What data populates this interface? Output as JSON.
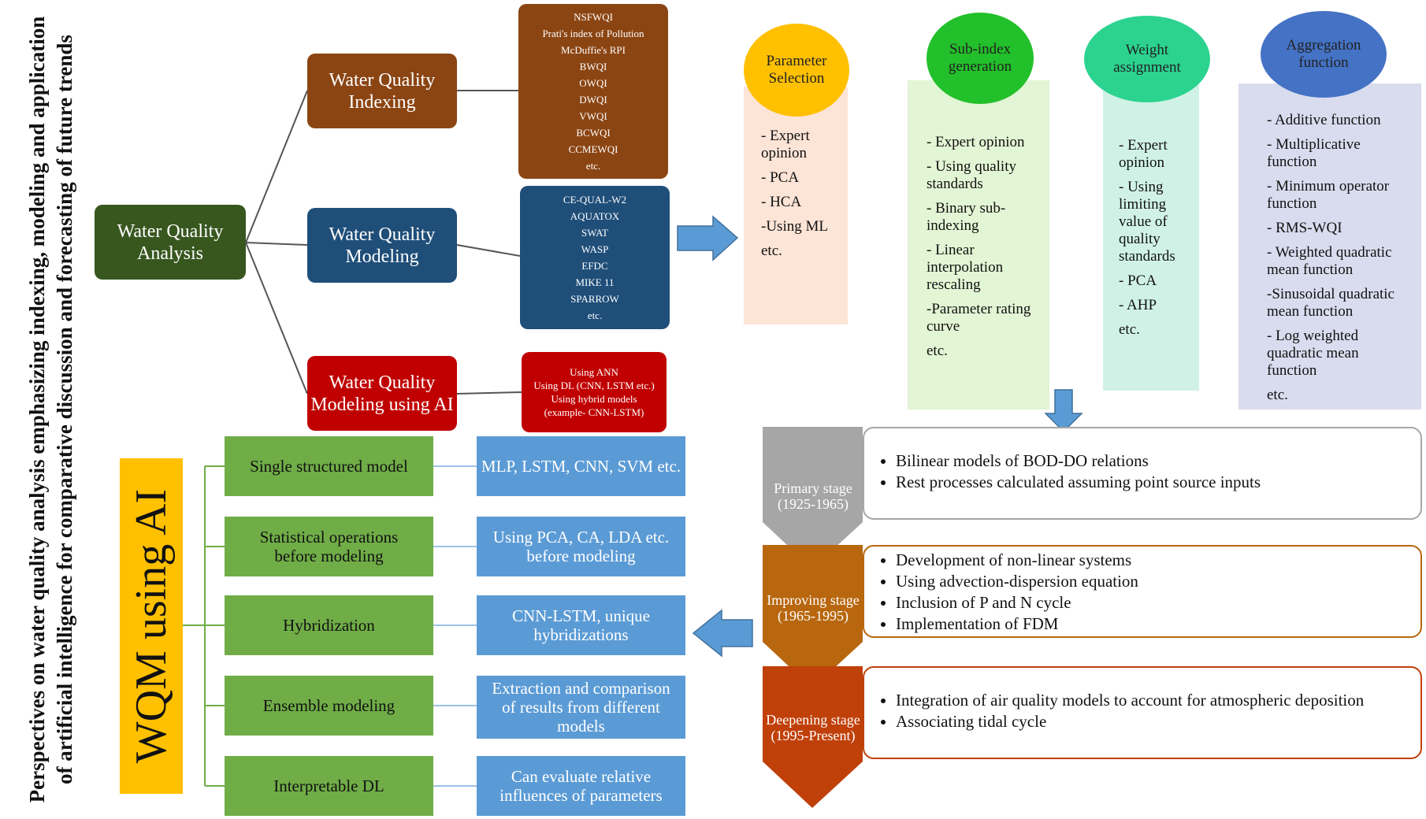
{
  "title": "Perspectives on water quality analysis emphasizing indexing, modeling and application of artificial intelligence for comparative discussion and forecasting of future trends",
  "root": "Water Quality Analysis",
  "branches": [
    {
      "label": "Water Quality Indexing",
      "items": [
        "NSFWQI",
        "Prati's index of Pollution",
        "McDuffie's RPI",
        "BWQI",
        "OWQI",
        "DWQI",
        "VWQI",
        "BCWQI",
        "CCMEWQI",
        "etc."
      ]
    },
    {
      "label": "Water Quality Modeling",
      "items": [
        "CE-QUAL-W2",
        "AQUATOX",
        "SWAT",
        "WASP",
        "EFDC",
        "MIKE 11",
        "SPARROW",
        "etc."
      ]
    },
    {
      "label": "Water Quality Modeling using AI",
      "items": [
        "Using ANN",
        "Using DL (CNN, LSTM etc.)",
        "Using hybrid models",
        "(example- CNN-LSTM)"
      ]
    }
  ],
  "steps": [
    {
      "title": "Parameter Selection",
      "color": "#ffc000",
      "bg": "#fce4d6",
      "items": [
        "- Expert opinion",
        "- PCA",
        "- HCA",
        "-Using ML",
        "etc."
      ]
    },
    {
      "title": "Sub-index generation",
      "color": "#22c02a",
      "bg": "#e2f5d4",
      "items": [
        "- Expert opinion",
        "- Using quality standards",
        "- Binary sub-indexing",
        "- Linear interpolation rescaling",
        "-Parameter rating curve",
        "etc."
      ]
    },
    {
      "title": "Weight assignment",
      "color": "#2bd38f",
      "bg": "#d0f2e6",
      "items": [
        "- Expert opinion",
        "- Using limiting value of quality standards",
        "- PCA",
        "- AHP",
        "etc."
      ]
    },
    {
      "title": "Aggregation function",
      "color": "#4472c4",
      "bg": "#d9dcee",
      "items": [
        "- Additive function",
        "- Multiplicative function",
        "- Minimum operator function",
        "- RMS-WQI",
        "- Weighted quadratic mean function",
        "-Sinusoidal quadratic mean function",
        "- Log weighted quadratic mean function",
        "etc."
      ]
    }
  ],
  "wqm_ai": {
    "label": "WQM using AI",
    "rows": [
      {
        "left": "Single structured model",
        "right": "MLP, LSTM, CNN, SVM etc."
      },
      {
        "left": "Statistical operations before modeling",
        "right": "Using PCA, CA, LDA etc. before modeling"
      },
      {
        "left": "Hybridization",
        "right": "CNN-LSTM, unique hybridizations"
      },
      {
        "left": "Ensemble modeling",
        "right": "Extraction and comparison of results from different models"
      },
      {
        "left": "Interpretable DL",
        "right": "Can evaluate relative influences of parameters"
      }
    ]
  },
  "stages": [
    {
      "label": "Primary stage (1925-1965)",
      "color": "#a6a6a6",
      "border": "#a6a6a6",
      "items": [
        "Bilinear models of BOD-DO relations",
        "Rest processes calculated assuming point source inputs"
      ]
    },
    {
      "label": "Improving stage (1965-1995)",
      "color": "#b8670e",
      "border": "#b8670e",
      "items": [
        "Development of non-linear systems",
        "Using advection-dispersion equation",
        "Inclusion of P and N cycle",
        "Implementation of FDM"
      ]
    },
    {
      "label": "Deepening stage (1995-Present)",
      "color": "#c0400a",
      "border": "#c0400a",
      "items": [
        "Integration of air quality models to account for atmospheric deposition",
        "Associating tidal cycle"
      ]
    }
  ],
  "colors": {
    "arrow": "#5b9bd5",
    "connector": "#555555",
    "connector_light": "#9dc3e6"
  }
}
